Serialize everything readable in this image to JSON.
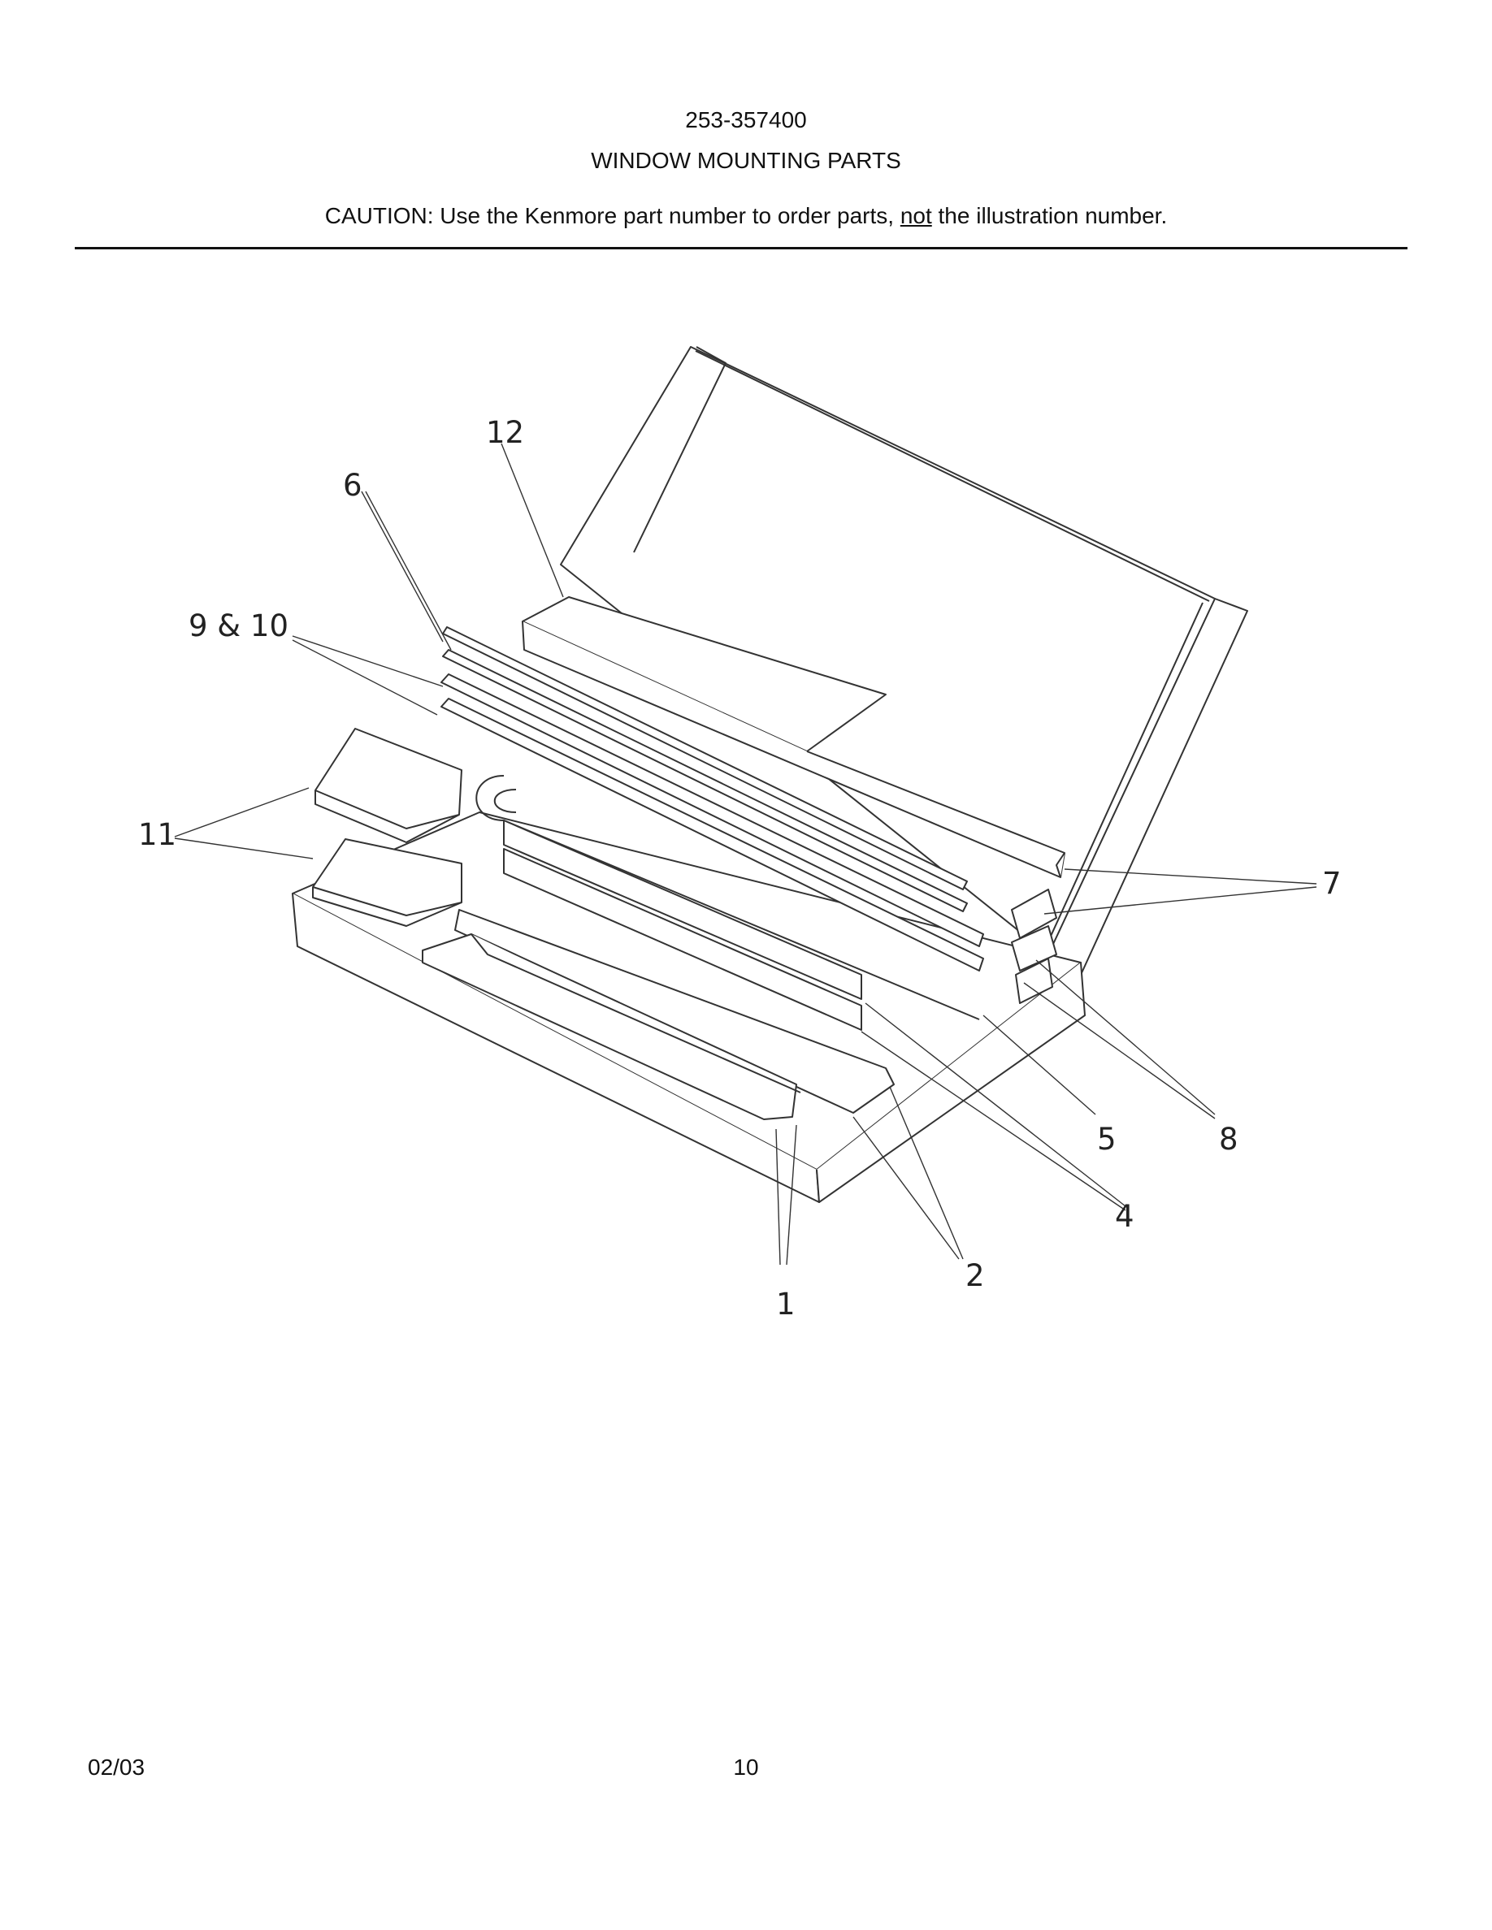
{
  "header": {
    "model_number": "253-357400",
    "title": "WINDOW  MOUNTING PARTS",
    "caution_prefix": "CAUTION: Use the Kenmore part number to order parts, ",
    "caution_emphasis": "not",
    "caution_suffix": " the illustration number."
  },
  "callouts": {
    "c1": "1",
    "c2": "2",
    "c4": "4",
    "c5": "5",
    "c6": "6",
    "c7": "7",
    "c8": "8",
    "c9_10": "9 & 10",
    "c11": "11",
    "c12": "12"
  },
  "footer": {
    "date": "02/03",
    "page_number": "10"
  }
}
